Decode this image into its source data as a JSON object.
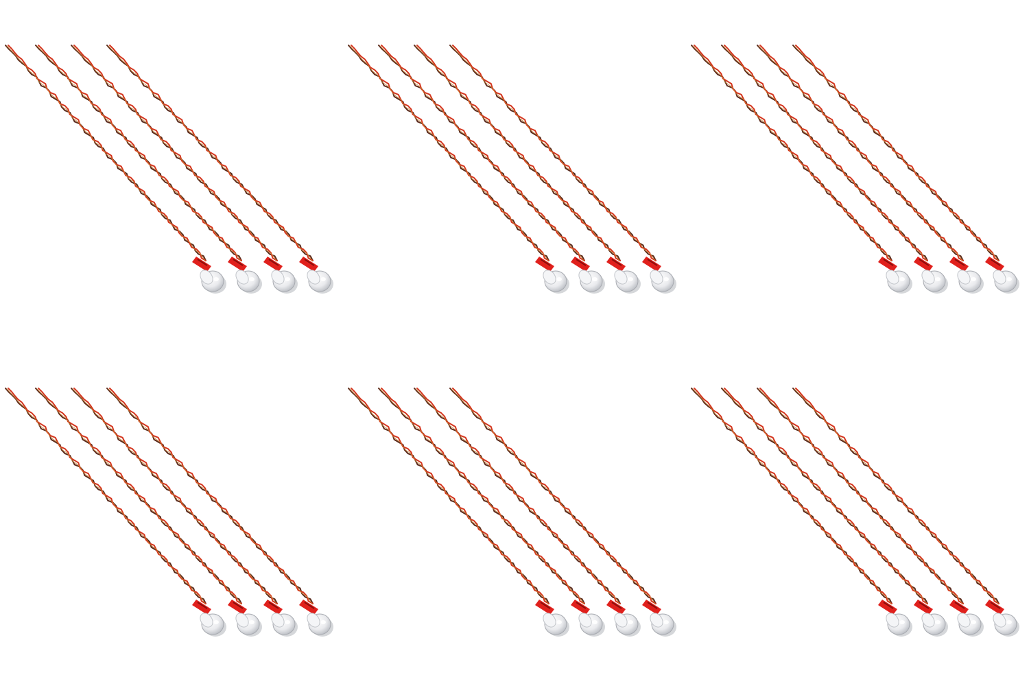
{
  "image": {
    "background_color": "#ffffff",
    "grid": {
      "rows": 2,
      "columns": 3
    },
    "tile_count": 6,
    "leds_per_tile": 4,
    "subject": "led-with-twisted-leads",
    "colors": {
      "wire_red": "#d4361f",
      "wire_dark": "#5a2a1c",
      "wire_copper": "#c8822e",
      "heat_shrink": "#e0201c",
      "lens": "#e9eaed",
      "lens_shadow": "#b9bcc2",
      "lens_highlight": "#ffffff"
    }
  }
}
